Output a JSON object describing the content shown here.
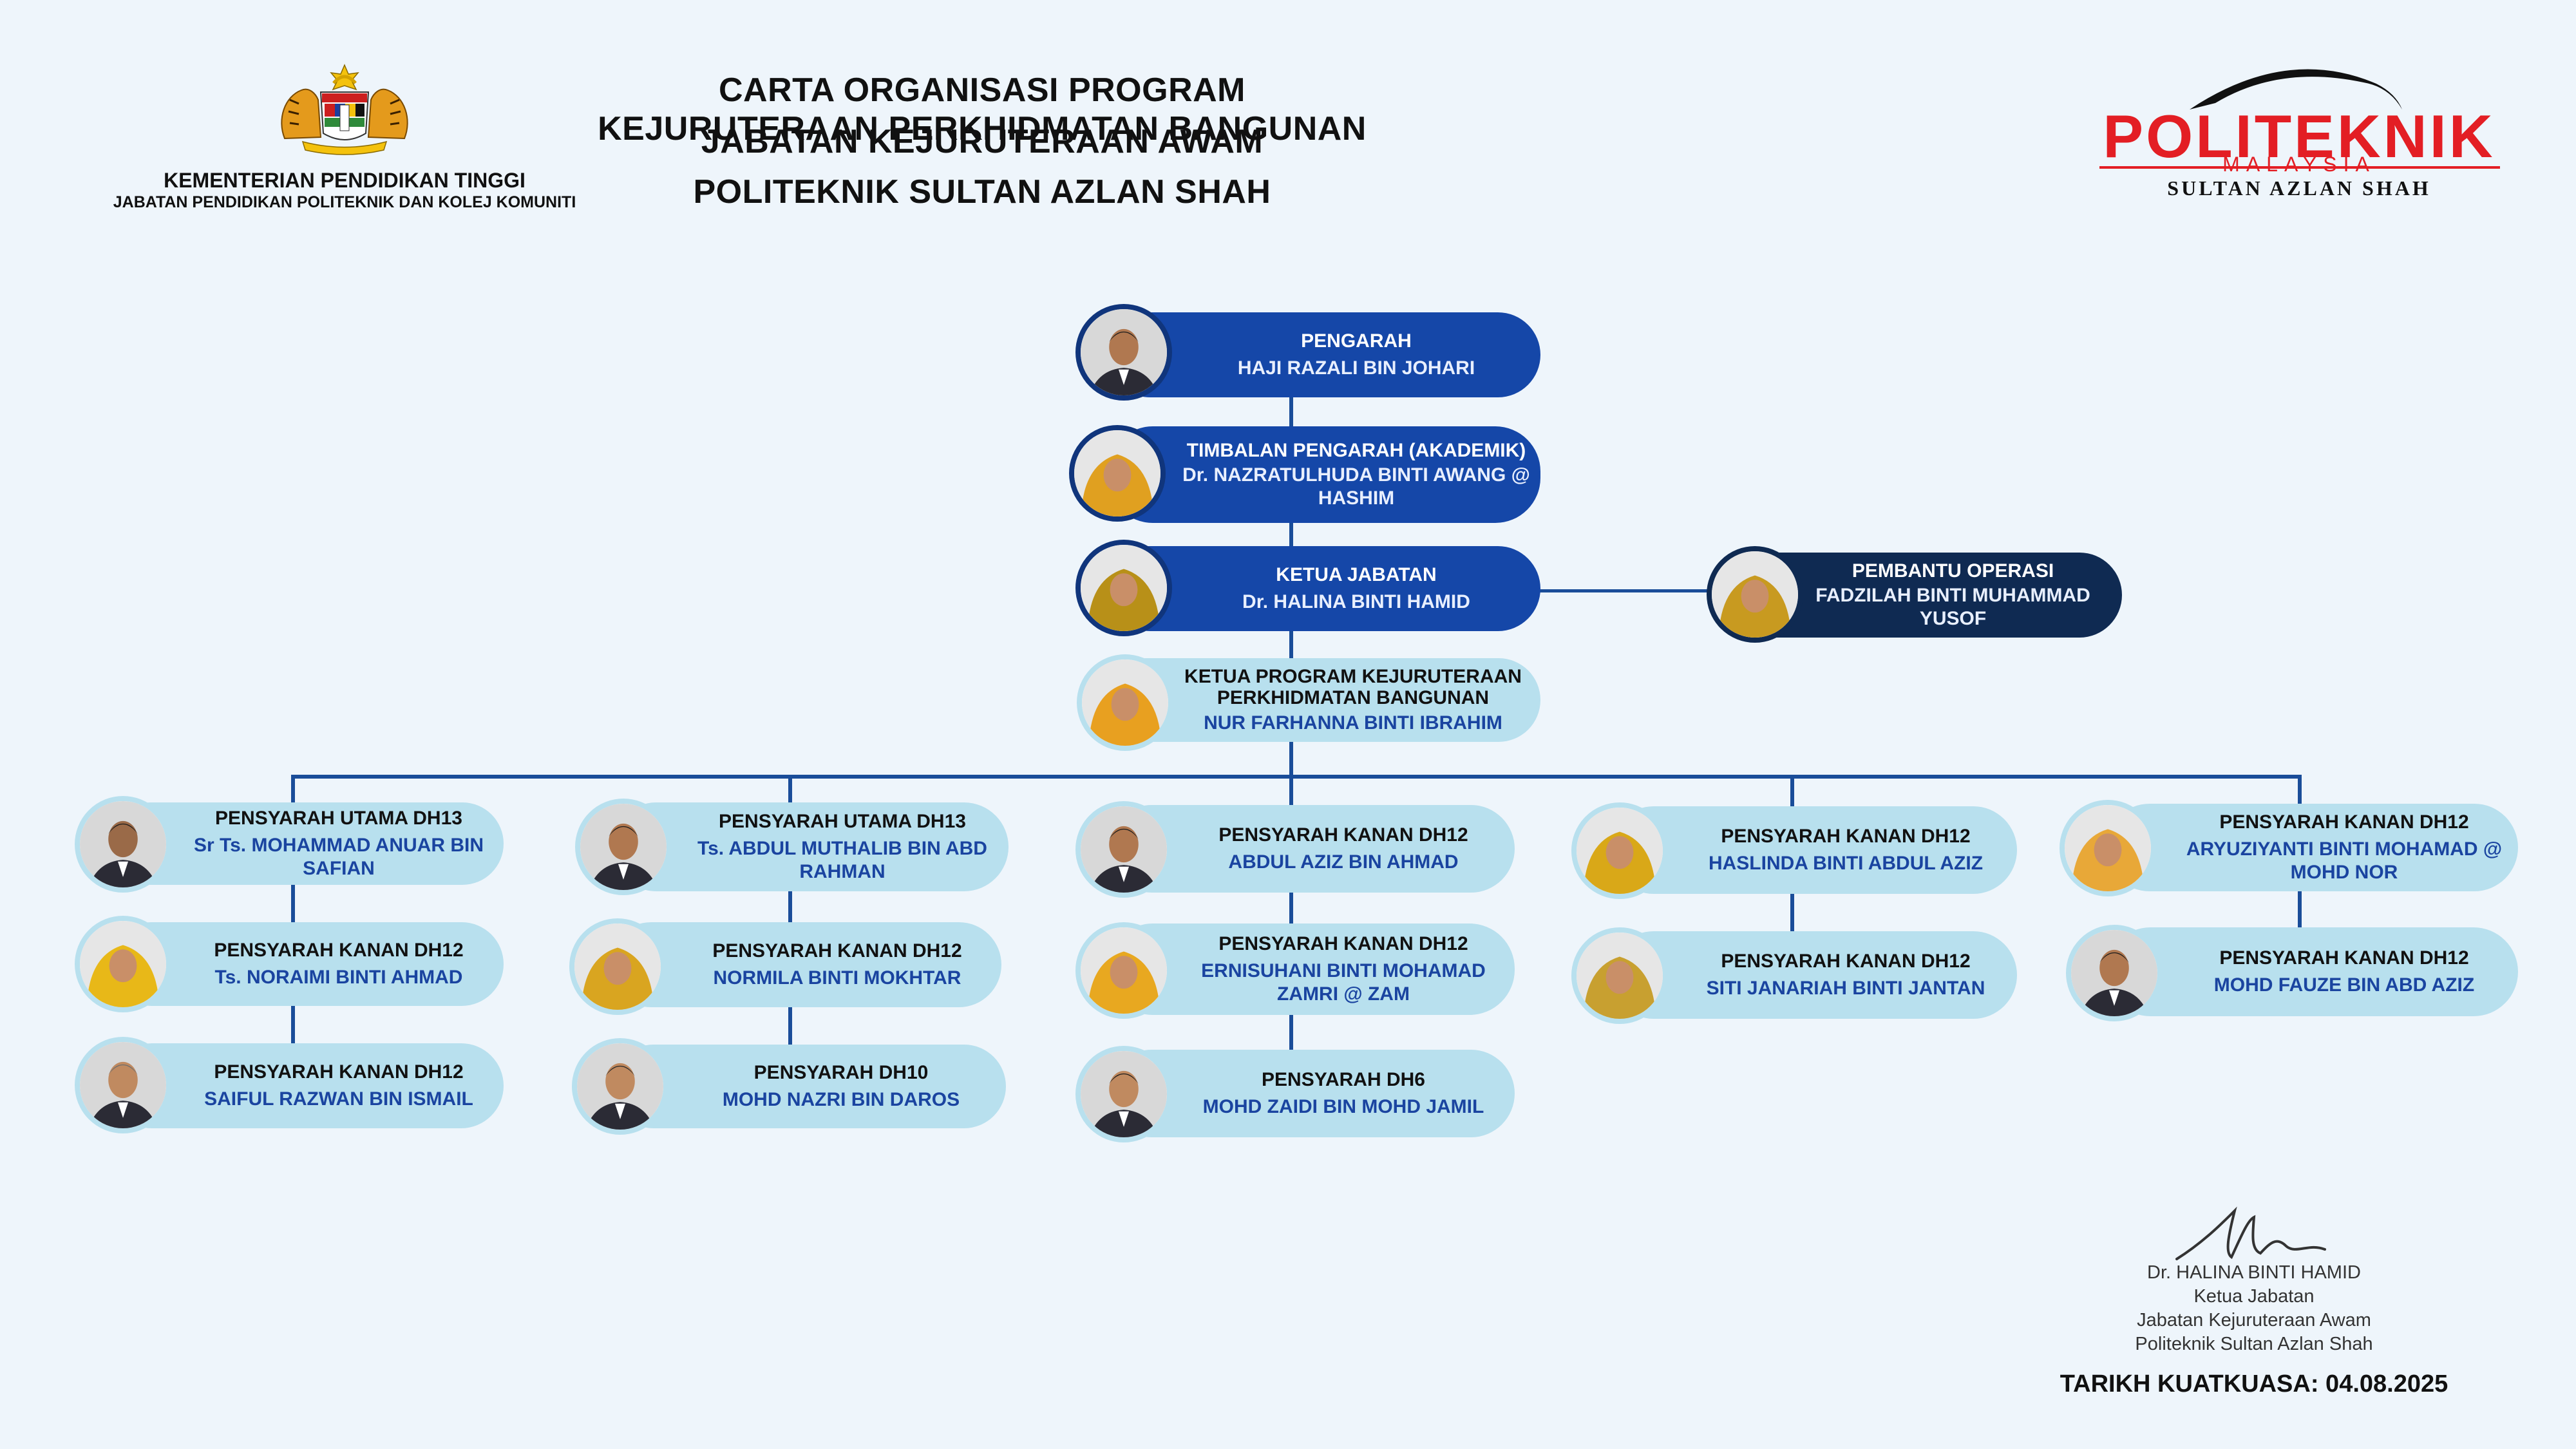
{
  "header": {
    "title_lines": [
      "CARTA ORGANISASI PROGRAM KEJURUTERAAN PERKHIDMATAN BANGUNAN",
      "JABATAN KEJURUTERAAN AWAM",
      "POLITEKNIK SULTAN AZLAN SHAH"
    ],
    "ministry": "KEMENTERIAN PENDIDIKAN TINGGI",
    "department": "JABATAN PENDIDIKAN POLITEKNIK DAN KOLEJ KOMUNITI",
    "logo_icon": "malaysia-coat-of-arms-icon",
    "brand": {
      "word": "POLITEKNIK",
      "country": "MALAYSIA",
      "campus": "SULTAN AZLAN SHAH",
      "color": "#e31e24"
    }
  },
  "colors": {
    "dark_card": "#1547a8",
    "navy_card": "#0f2a52",
    "light_card": "#b8e0ee",
    "connector": "#1a4d99",
    "name_text": "#1a44a0"
  },
  "leadership": [
    {
      "role": "PENGARAH",
      "name": "HAJI RAZALI BIN JOHARI"
    },
    {
      "role": "TIMBALAN PENGARAH (AKADEMIK)",
      "name": "Dr. NAZRATULHUDA BINTI AWANG @ HASHIM"
    },
    {
      "role": "KETUA JABATAN",
      "name": "Dr. HALINA BINTI HAMID"
    }
  ],
  "assistant": {
    "role": "PEMBANTU OPERASI",
    "name": "FADZILAH BINTI MUHAMMAD YUSOF"
  },
  "program_head": {
    "role": "KETUA PROGRAM KEJURUTERAAN PERKHIDMATAN BANGUNAN",
    "name": "NUR FARHANNA BINTI IBRAHIM"
  },
  "columns": [
    [
      {
        "role": "PENSYARAH UTAMA DH13",
        "name": "Sr Ts. MOHAMMAD ANUAR BIN SAFIAN"
      },
      {
        "role": "PENSYARAH KANAN DH12",
        "name": "Ts. NORAIMI BINTI AHMAD"
      },
      {
        "role": "PENSYARAH KANAN DH12",
        "name": "SAIFUL RAZWAN BIN ISMAIL"
      }
    ],
    [
      {
        "role": "PENSYARAH UTAMA DH13",
        "name": "Ts. ABDUL MUTHALIB BIN ABD RAHMAN"
      },
      {
        "role": "PENSYARAH KANAN DH12",
        "name": "NORMILA BINTI MOKHTAR"
      },
      {
        "role": "PENSYARAH DH10",
        "name": "MOHD NAZRI BIN DAROS"
      }
    ],
    [
      {
        "role": "PENSYARAH KANAN DH12",
        "name": "ABDUL AZIZ BIN AHMAD"
      },
      {
        "role": "PENSYARAH KANAN DH12",
        "name": "ERNISUHANI BINTI MOHAMAD ZAMRI @ ZAM"
      },
      {
        "role": "PENSYARAH DH6",
        "name": "MOHD ZAIDI BIN MOHD JAMIL"
      }
    ],
    [
      {
        "role": "PENSYARAH KANAN DH12",
        "name": "HASLINDA BINTI ABDUL AZIZ"
      },
      {
        "role": "PENSYARAH KANAN DH12",
        "name": "SITI JANARIAH BINTI JANTAN"
      }
    ],
    [
      {
        "role": "PENSYARAH KANAN DH12",
        "name": "ARYUZIYANTI BINTI MOHAMAD @ MOHD NOR"
      },
      {
        "role": "PENSYARAH KANAN DH12",
        "name": "MOHD FAUZE BIN ABD AZIZ"
      }
    ]
  ],
  "signature": {
    "name": "Dr. HALINA BINTI HAMID",
    "title": "Ketua Jabatan",
    "department": "Jabatan Kejuruteraan Awam",
    "institution": "Politeknik Sultan Azlan Shah"
  },
  "effective_date": "TARIKH KUATKUASA: 04.08.2025"
}
